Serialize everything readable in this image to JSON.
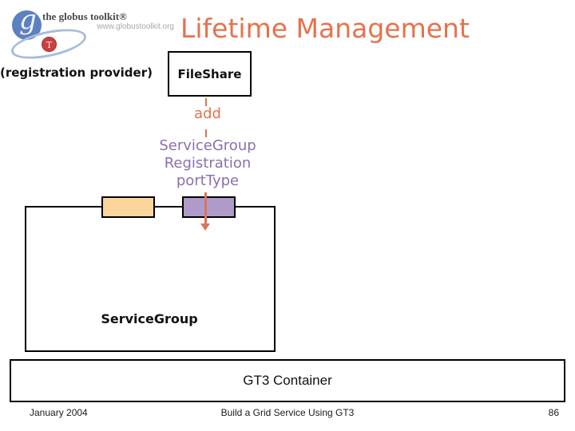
{
  "logo": {
    "brand": "the globus toolkit®",
    "url": "www.globustoolkit.org",
    "g_letter": "g",
    "t_letter": "T"
  },
  "header": {
    "title": "Lifetime Management"
  },
  "diagram": {
    "provider_label": "(registration provider)",
    "fileshare_label": "FileShare",
    "add_label": "add",
    "registration_lines": [
      "ServiceGroup",
      "Registration",
      "portType"
    ],
    "servicegroup_label": "ServiceGroup",
    "container_label": "GT3 Container"
  },
  "footer": {
    "date": "January 2004",
    "tutorial_title": "Build a Grid Service Using GT3",
    "page_number": "86"
  },
  "colors": {
    "title_orange": "#e8714c",
    "connector_orange": "#d8765a",
    "add_orange": "#df734e",
    "registration_purple": "#8b6fae",
    "tan_fill": "#fad59c",
    "purple_fill": "#af9bca",
    "logo_blue": "#5d80be",
    "logo_red": "#c94040"
  }
}
